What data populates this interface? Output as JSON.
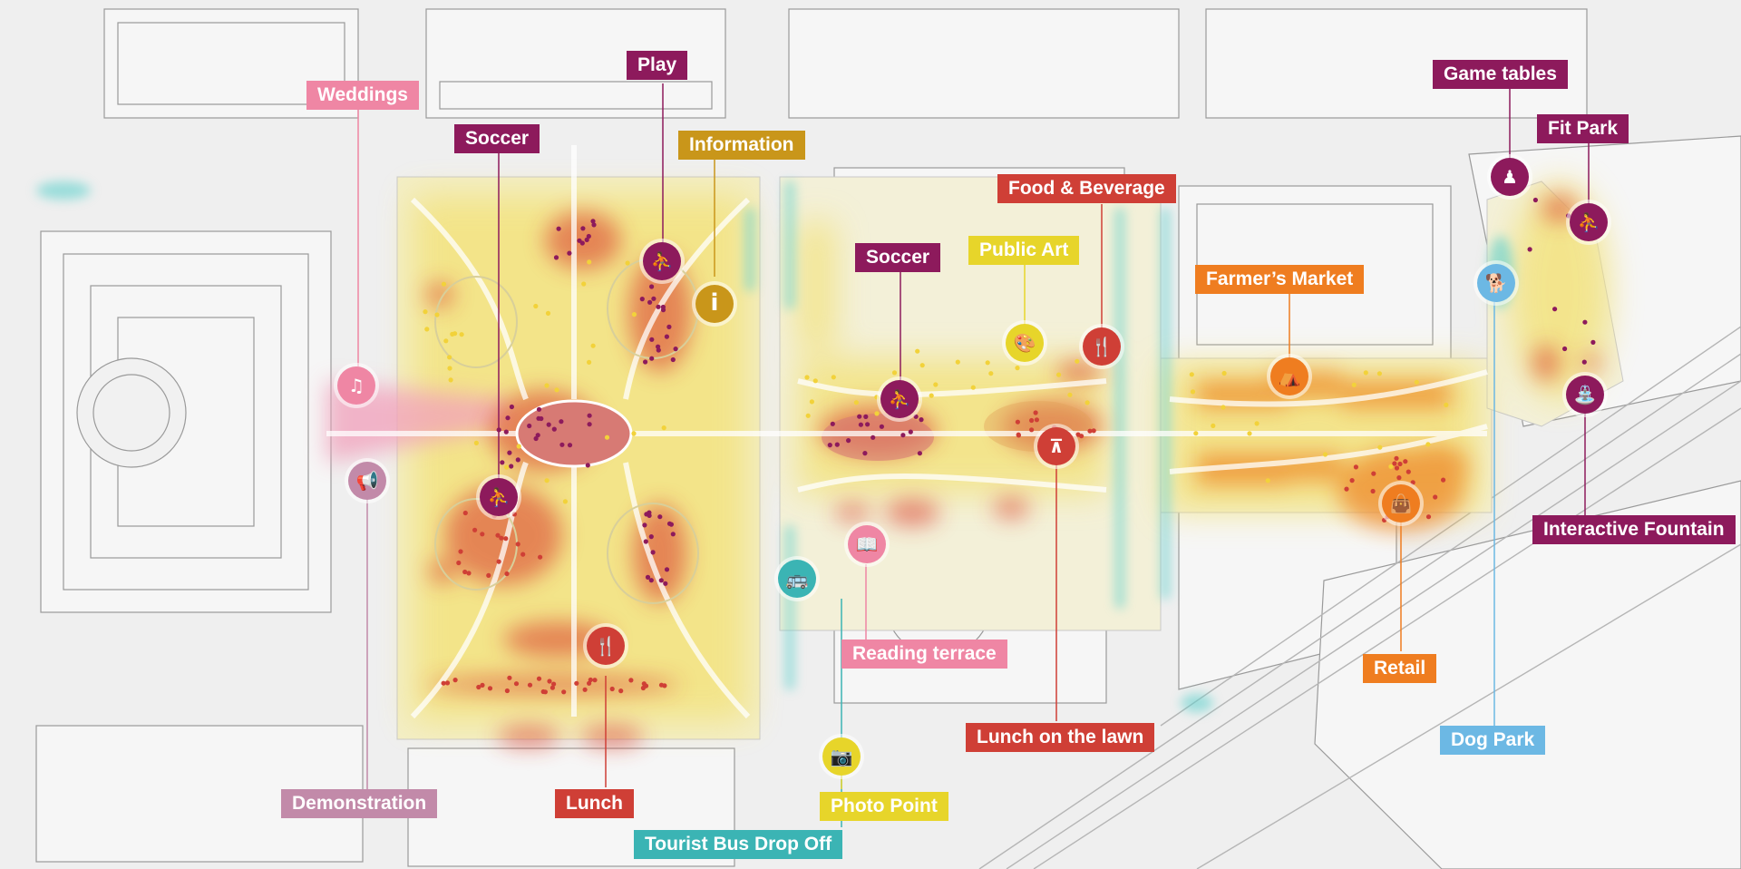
{
  "colors": {
    "play": "#8d1a5c",
    "food": "#cf3f36",
    "info": "#c9961a",
    "art": "#e7d52a",
    "market": "#ef7d20",
    "transit": "#3bb4b4",
    "events": "#ef86a4",
    "civic": "#c28aa9",
    "dog": "#6cb8e4",
    "map_bg": "#efefef",
    "heat_yellow": "#f3e27a",
    "heat_red": "#d9392b"
  },
  "map": {
    "labels": {
      "weddings": "Weddings",
      "soccer_west": "Soccer",
      "play": "Play",
      "information": "Information",
      "soccer_center": "Soccer",
      "public_art": "Public Art",
      "food_beverage": "Food & Beverage",
      "farmers_market": "Farmer’s Market",
      "game_tables": "Game tables",
      "fit_park": "Fit Park",
      "interactive_fountain": "Interactive Fountain",
      "retail": "Retail",
      "dog_park": "Dog Park",
      "lunch_on_lawn": "Lunch on the lawn",
      "reading_terrace": "Reading terrace",
      "photo_point": "Photo Point",
      "tourist_bus": "Tourist Bus Drop Off",
      "lunch": "Lunch",
      "demonstration": "Demonstration"
    },
    "icons": [
      {
        "name": "music-icon",
        "glyph": "♫",
        "color": "#ef86a4"
      },
      {
        "name": "megaphone-icon",
        "glyph": "📢",
        "color": "#c28aa9"
      },
      {
        "name": "slide-icon",
        "glyph": "⛹",
        "color": "#8d1a5c"
      },
      {
        "name": "slide-icon",
        "glyph": "⛹",
        "color": "#8d1a5c"
      },
      {
        "name": "info-icon",
        "glyph": "i",
        "color": "#c9961a"
      },
      {
        "name": "slide-icon",
        "glyph": "⛹",
        "color": "#8d1a5c"
      },
      {
        "name": "palette-icon",
        "glyph": "🎨",
        "color": "#e7d52a"
      },
      {
        "name": "fork-knife-icon",
        "glyph": "🍴",
        "color": "#cf3f36"
      },
      {
        "name": "picnic-table-icon",
        "glyph": "⊼",
        "color": "#cf3f36"
      },
      {
        "name": "market-stall-icon",
        "glyph": "⛺",
        "color": "#ef7d20"
      },
      {
        "name": "game-table-icon",
        "glyph": "♟",
        "color": "#8d1a5c"
      },
      {
        "name": "dog-walker-icon",
        "glyph": "🐕",
        "color": "#6cb8e4"
      },
      {
        "name": "slide-icon",
        "glyph": "⛹",
        "color": "#8d1a5c"
      },
      {
        "name": "fountain-icon",
        "glyph": "⛲",
        "color": "#8d1a5c"
      },
      {
        "name": "shopping-bag-icon",
        "glyph": "👜",
        "color": "#ef7d20"
      },
      {
        "name": "book-icon",
        "glyph": "📖",
        "color": "#ef86a4"
      },
      {
        "name": "bus-icon",
        "glyph": "🚌",
        "color": "#3bb4b4"
      },
      {
        "name": "camera-icon",
        "glyph": "📷",
        "color": "#e7d52a"
      },
      {
        "name": "fork-knife-icon",
        "glyph": "🍴",
        "color": "#cf3f36"
      }
    ]
  }
}
